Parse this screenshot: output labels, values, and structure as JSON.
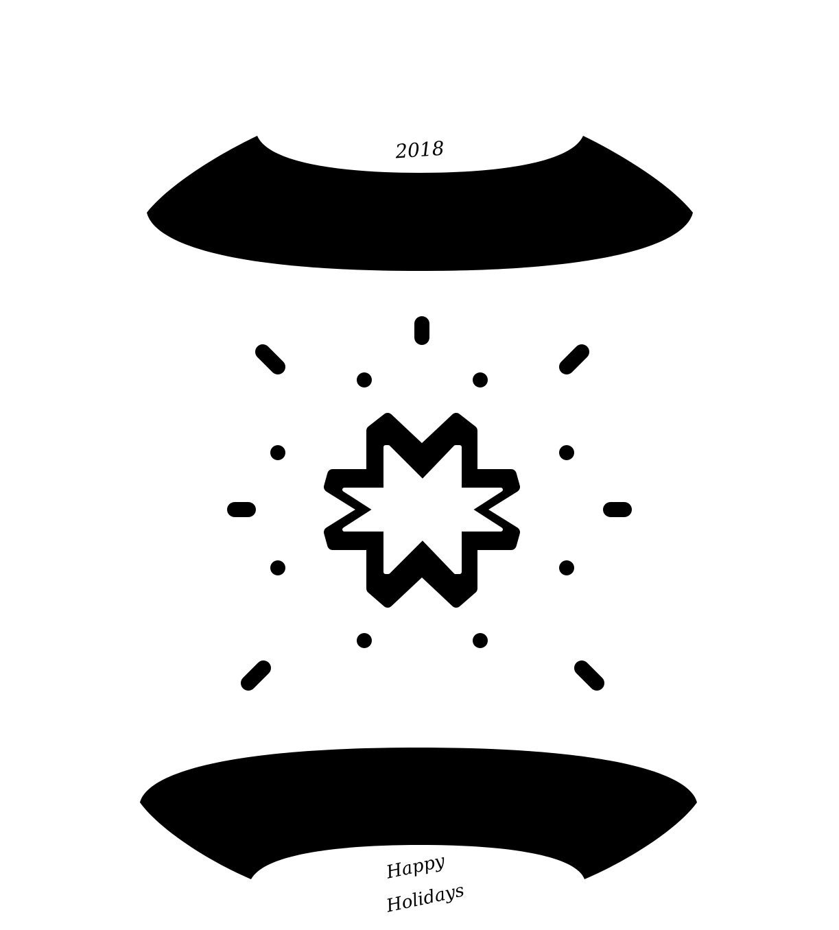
{
  "ornament": {
    "year": "2018",
    "greeting_line1": "Happy",
    "greeting_line2": "Holidays"
  },
  "colors": {
    "ink": "#000000",
    "background": "#ffffff"
  },
  "icons": {
    "top_cap": "ornament-top-cap",
    "bottom_cap": "ornament-bottom-cap",
    "center_star": "eight-point-star-icon",
    "rays": "sparkle-rays"
  }
}
